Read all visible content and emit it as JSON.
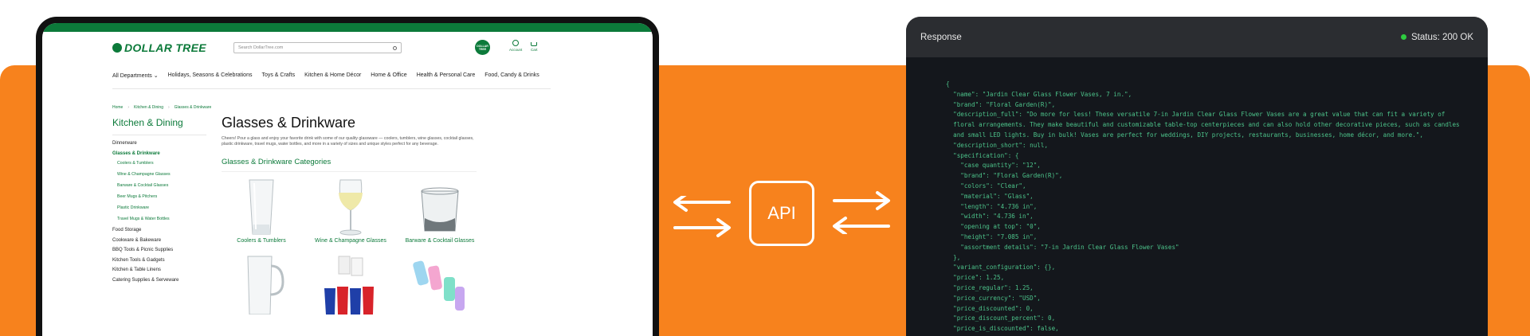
{
  "store": {
    "logo": "DOLLAR TREE",
    "search_placeholder": "Search DollarTree.com",
    "badge": "DOLLAR TREE",
    "account_label": "Account",
    "cart_label": "Cart",
    "nav": [
      "All Departments",
      "Holidays, Seasons & Celebrations",
      "Toys & Crafts",
      "Kitchen & Home Décor",
      "Home & Office",
      "Health & Personal Care",
      "Food, Candy & Drinks"
    ],
    "breadcrumb": [
      "Home",
      "Kitchen & Dining",
      "Glasses & Drinkware"
    ],
    "sidebar": {
      "title": "Kitchen & Dining",
      "items": [
        {
          "label": "Dinnerware",
          "kind": "plain"
        },
        {
          "label": "Glasses & Drinkware",
          "kind": "active"
        },
        {
          "label": "Coolers & Tumblers",
          "kind": "sub"
        },
        {
          "label": "Wine & Champagne Glasses",
          "kind": "sub"
        },
        {
          "label": "Barware & Cocktail Glasses",
          "kind": "sub"
        },
        {
          "label": "Beer Mugs & Pitchers",
          "kind": "sub"
        },
        {
          "label": "Plastic Drinkware",
          "kind": "sub"
        },
        {
          "label": "Travel Mugs & Water Bottles",
          "kind": "sub"
        },
        {
          "label": "Food Storage",
          "kind": "plain"
        },
        {
          "label": "Cookware & Bakeware",
          "kind": "plain"
        },
        {
          "label": "BBQ Tools & Picnic Supplies",
          "kind": "plain"
        },
        {
          "label": "Kitchen Tools & Gadgets",
          "kind": "plain"
        },
        {
          "label": "Kitchen & Table Linens",
          "kind": "plain"
        },
        {
          "label": "Catering Supplies & Serveware",
          "kind": "plain"
        }
      ]
    },
    "page_title": "Glasses & Drinkware",
    "page_description": "Cheers! Pour a glass and enjoy your favorite drink with some of our quality glassware — coolers, tumblers, wine glasses, cocktail glasses, plastic drinkware, travel mugs, water bottles, and more in a variety of sizes and unique styles perfect for any beverage.",
    "categories_heading": "Glasses & Drinkware Categories",
    "categories": [
      "Coolers & Tumblers",
      "Wine & Champagne Glasses",
      "Barware & Cocktail Glasses",
      "",
      "",
      ""
    ]
  },
  "api": {
    "label": "API"
  },
  "response": {
    "title": "Response",
    "status": "Status: 200 OK",
    "lines": [
      "{",
      "  \"name\": \"Jardin Clear Glass Flower Vases, 7 in.\",",
      "  \"brand\": \"Floral Garden(R)\",",
      "  \"description_full\": \"Do more for less! These versatile 7-in Jardin Clear Glass Flower Vases are a great value that can fit a variety of",
      "  floral arrangements. They make beautiful and customizable table-top centerpieces and can also hold other decorative pieces, such as candles",
      "  and small LED lights. Buy in bulk! Vases are perfect for weddings, DIY projects, restaurants, businesses, home décor, and more.\",",
      "  \"description_short\": null,",
      "  \"specification\": {",
      "    \"case quantity\": \"12\",",
      "    \"brand\": \"Floral Garden(R)\",",
      "    \"colors\": \"Clear\",",
      "    \"material\": \"Glass\",",
      "    \"length\": \"4.736 in\",",
      "    \"width\": \"4.736 in\",",
      "    \"opening at top\": \"0\",",
      "    \"height\": \"7.085 in\",",
      "    \"assortment details\": \"7-in Jardin Clear Glass Flower Vases\"",
      "  },",
      "  \"variant_configuration\": {},",
      "  \"price\": 1.25,",
      "  \"price_regular\": 1.25,",
      "  \"price_currency\": \"USD\",",
      "  \"price_discounted\": 0,",
      "  \"price_discount_percent\": 0,",
      "  \"price_is_discounted\": false,"
    ]
  }
}
